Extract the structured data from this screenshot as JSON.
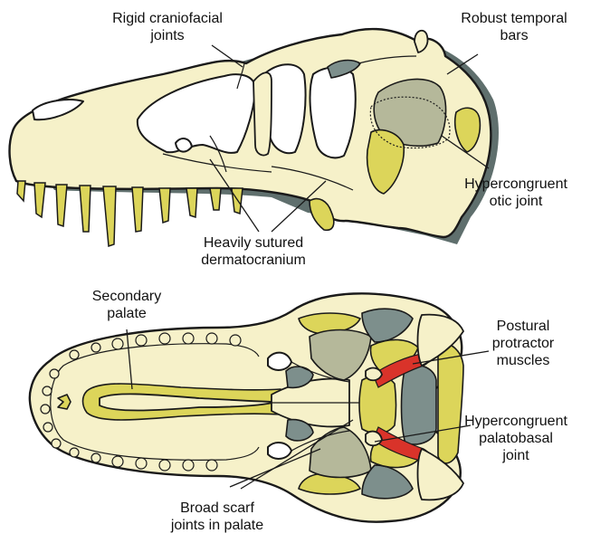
{
  "labels": {
    "rigid_craniofacial": [
      "Rigid craniofacial",
      "joints"
    ],
    "robust_temporal": [
      "Robust temporal",
      "bars"
    ],
    "hypercongruent_otic": [
      "Hypercongruent",
      "otic joint"
    ],
    "heavily_sutured": [
      "Heavily sutured",
      "dermatocranium"
    ],
    "secondary_palate": [
      "Secondary",
      "palate"
    ],
    "postural_protractor": [
      "Postural",
      "protractor",
      "muscles"
    ],
    "hypercongruent_palatobasal": [
      "Hypercongruent",
      "palatobasal",
      "joint"
    ],
    "broad_scarf": [
      "Broad scarf",
      "joints in palate"
    ]
  },
  "colors": {
    "bone": "#f6f1c9",
    "cartilage_yellow": "#dcd55a",
    "olive_grey": "#b5b89a",
    "slate": "#7d8f8c",
    "muscle_red": "#d9332a",
    "outline": "#1a1a1a"
  }
}
